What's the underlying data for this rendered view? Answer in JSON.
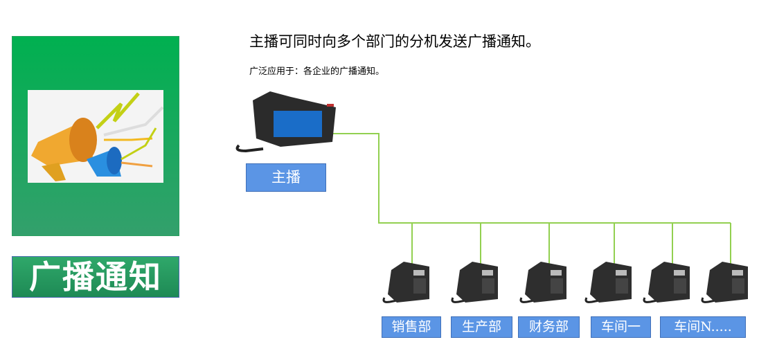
{
  "left": {
    "banner": "广播通知"
  },
  "header": {
    "title": "主播可同时向多个部门的分机发送广播通知。",
    "subtitle": "广泛应用于：各企业的广播通知。"
  },
  "master": {
    "label": "主播"
  },
  "extensions": [
    {
      "label": "销售部"
    },
    {
      "label": "生产部"
    },
    {
      "label": "财务部"
    },
    {
      "label": "车间一"
    },
    {
      "label": "车间N....."
    }
  ],
  "colors": {
    "line": "#92d050",
    "label_bg": "#5b95e5",
    "panel": "#00b050"
  }
}
